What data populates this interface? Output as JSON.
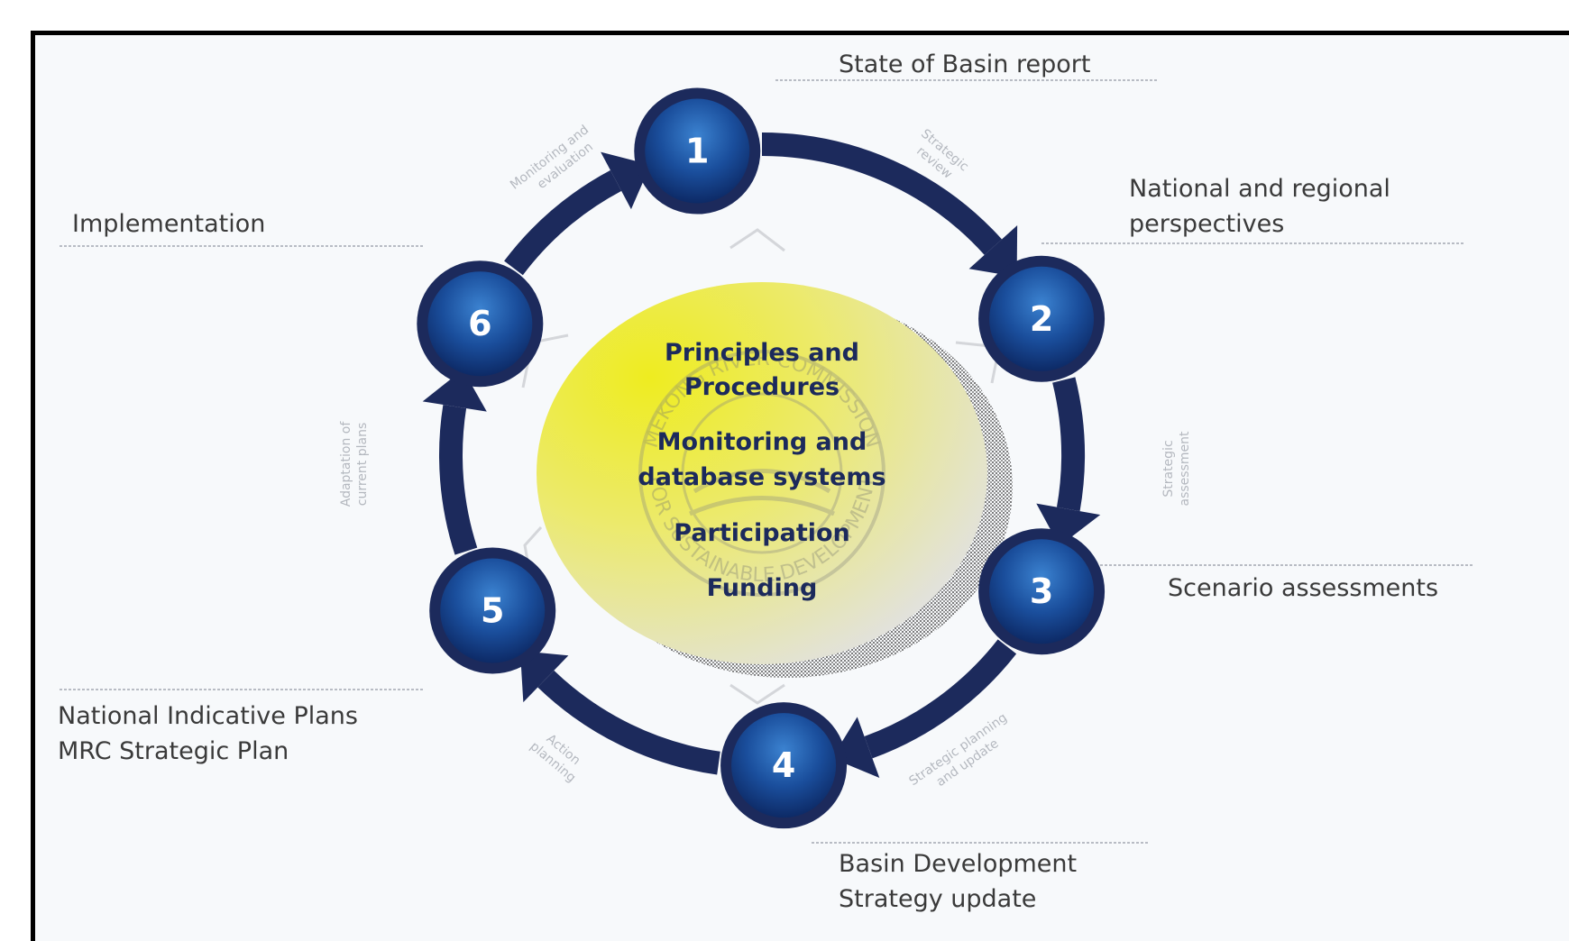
{
  "stages": [
    {
      "number": "1",
      "label_lines": [
        "State of Basin report"
      ]
    },
    {
      "number": "2",
      "label_lines": [
        "National and regional",
        "perspectives"
      ]
    },
    {
      "number": "3",
      "label_lines": [
        "Scenario assessments"
      ]
    },
    {
      "number": "4",
      "label_lines": [
        "Basin Development",
        "Strategy update"
      ]
    },
    {
      "number": "5",
      "label_lines": [
        "National Indicative Plans",
        "MRC Strategic Plan"
      ]
    },
    {
      "number": "6",
      "label_lines": [
        "Implementation"
      ]
    }
  ],
  "arc_labels": [
    [
      "Monitoring and",
      "evaluation"
    ],
    [
      "Strategic",
      "review"
    ],
    [
      "Strategic",
      "assessment"
    ],
    [
      "Strategic planning",
      "and update"
    ],
    [
      "Action",
      "planning"
    ],
    [
      "Adaptation of",
      "current plans"
    ]
  ],
  "center": {
    "items": [
      [
        "Principles and",
        "Procedures"
      ],
      [
        "Monitoring and",
        "database systems"
      ],
      [
        "Participation"
      ],
      [
        "Funding"
      ]
    ],
    "watermark": [
      "MEKONG RIVER COMMISSION",
      "FOR SUSTAINABLE DEVELOPMENT"
    ]
  },
  "colors": {
    "ring": "#1c2a5c",
    "badge_light": "#2f6fc0",
    "badge_dark": "#0f2d6b",
    "center_yellow": "#eeec2e",
    "center_grey": "#e7e7e2"
  }
}
